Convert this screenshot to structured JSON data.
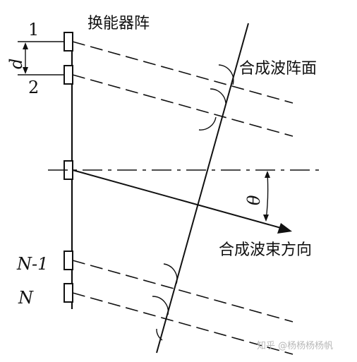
{
  "labels": {
    "array": "换能器阵",
    "wavefront": "合成波阵面",
    "beam_direction": "合成波束方向",
    "elem1": "1",
    "elem2": "2",
    "elemN1": "N-1",
    "elemN": "N",
    "spacing": "d",
    "angle": "θ",
    "watermark": "知乎 @杨杨杨杨帆"
  },
  "colors": {
    "ink": "#111111",
    "watermark": "#b8b8b8"
  }
}
